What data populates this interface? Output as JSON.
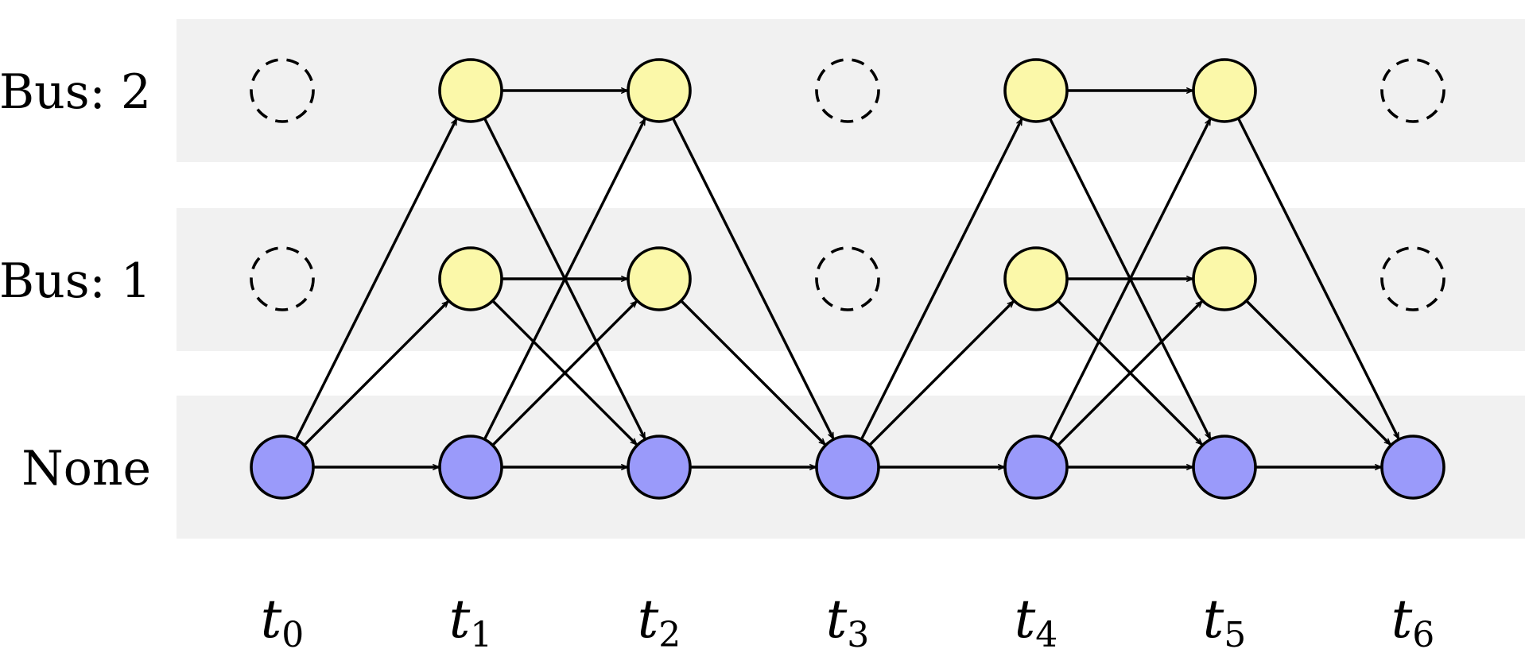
{
  "rows": [
    {
      "id": "bus2",
      "label": "Bus: 2"
    },
    {
      "id": "bus1",
      "label": "Bus: 1"
    },
    {
      "id": "none",
      "label": "None"
    }
  ],
  "times": [
    {
      "base": "t",
      "sub": "0"
    },
    {
      "base": "t",
      "sub": "1"
    },
    {
      "base": "t",
      "sub": "2"
    },
    {
      "base": "t",
      "sub": "3"
    },
    {
      "base": "t",
      "sub": "4"
    },
    {
      "base": "t",
      "sub": "5"
    },
    {
      "base": "t",
      "sub": "6"
    }
  ],
  "colors": {
    "bus_node": "#fbf8a9",
    "none_node": "#9a9afa",
    "band": "#f1f1f1",
    "edge": "#000000"
  },
  "nodes": [
    {
      "row": "bus2",
      "t": 0,
      "state": "empty"
    },
    {
      "row": "bus1",
      "t": 0,
      "state": "empty"
    },
    {
      "row": "none",
      "t": 0,
      "state": "active"
    },
    {
      "row": "bus2",
      "t": 1,
      "state": "active"
    },
    {
      "row": "bus1",
      "t": 1,
      "state": "active"
    },
    {
      "row": "none",
      "t": 1,
      "state": "active"
    },
    {
      "row": "bus2",
      "t": 2,
      "state": "active"
    },
    {
      "row": "bus1",
      "t": 2,
      "state": "active"
    },
    {
      "row": "none",
      "t": 2,
      "state": "active"
    },
    {
      "row": "bus2",
      "t": 3,
      "state": "empty"
    },
    {
      "row": "bus1",
      "t": 3,
      "state": "empty"
    },
    {
      "row": "none",
      "t": 3,
      "state": "active"
    },
    {
      "row": "bus2",
      "t": 4,
      "state": "active"
    },
    {
      "row": "bus1",
      "t": 4,
      "state": "active"
    },
    {
      "row": "none",
      "t": 4,
      "state": "active"
    },
    {
      "row": "bus2",
      "t": 5,
      "state": "active"
    },
    {
      "row": "bus1",
      "t": 5,
      "state": "active"
    },
    {
      "row": "none",
      "t": 5,
      "state": "active"
    },
    {
      "row": "bus2",
      "t": 6,
      "state": "empty"
    },
    {
      "row": "bus1",
      "t": 6,
      "state": "empty"
    },
    {
      "row": "none",
      "t": 6,
      "state": "active"
    }
  ],
  "edges": [
    {
      "from": [
        "none",
        0
      ],
      "to": [
        "bus2",
        1
      ]
    },
    {
      "from": [
        "none",
        0
      ],
      "to": [
        "bus1",
        1
      ]
    },
    {
      "from": [
        "none",
        0
      ],
      "to": [
        "none",
        1
      ]
    },
    {
      "from": [
        "bus2",
        1
      ],
      "to": [
        "bus2",
        2
      ]
    },
    {
      "from": [
        "bus2",
        1
      ],
      "to": [
        "none",
        2
      ]
    },
    {
      "from": [
        "bus1",
        1
      ],
      "to": [
        "bus1",
        2
      ]
    },
    {
      "from": [
        "bus1",
        1
      ],
      "to": [
        "none",
        2
      ]
    },
    {
      "from": [
        "none",
        1
      ],
      "to": [
        "bus2",
        2
      ]
    },
    {
      "from": [
        "none",
        1
      ],
      "to": [
        "bus1",
        2
      ]
    },
    {
      "from": [
        "none",
        1
      ],
      "to": [
        "none",
        2
      ]
    },
    {
      "from": [
        "bus2",
        2
      ],
      "to": [
        "none",
        3
      ]
    },
    {
      "from": [
        "bus1",
        2
      ],
      "to": [
        "none",
        3
      ]
    },
    {
      "from": [
        "none",
        2
      ],
      "to": [
        "none",
        3
      ]
    },
    {
      "from": [
        "none",
        3
      ],
      "to": [
        "bus2",
        4
      ]
    },
    {
      "from": [
        "none",
        3
      ],
      "to": [
        "bus1",
        4
      ]
    },
    {
      "from": [
        "none",
        3
      ],
      "to": [
        "none",
        4
      ]
    },
    {
      "from": [
        "bus2",
        4
      ],
      "to": [
        "bus2",
        5
      ]
    },
    {
      "from": [
        "bus2",
        4
      ],
      "to": [
        "none",
        5
      ]
    },
    {
      "from": [
        "bus1",
        4
      ],
      "to": [
        "bus1",
        5
      ]
    },
    {
      "from": [
        "bus1",
        4
      ],
      "to": [
        "none",
        5
      ]
    },
    {
      "from": [
        "none",
        4
      ],
      "to": [
        "bus2",
        5
      ]
    },
    {
      "from": [
        "none",
        4
      ],
      "to": [
        "bus1",
        5
      ]
    },
    {
      "from": [
        "none",
        4
      ],
      "to": [
        "none",
        5
      ]
    },
    {
      "from": [
        "bus2",
        5
      ],
      "to": [
        "none",
        6
      ]
    },
    {
      "from": [
        "bus1",
        5
      ],
      "to": [
        "none",
        6
      ]
    },
    {
      "from": [
        "none",
        5
      ],
      "to": [
        "none",
        6
      ]
    }
  ]
}
